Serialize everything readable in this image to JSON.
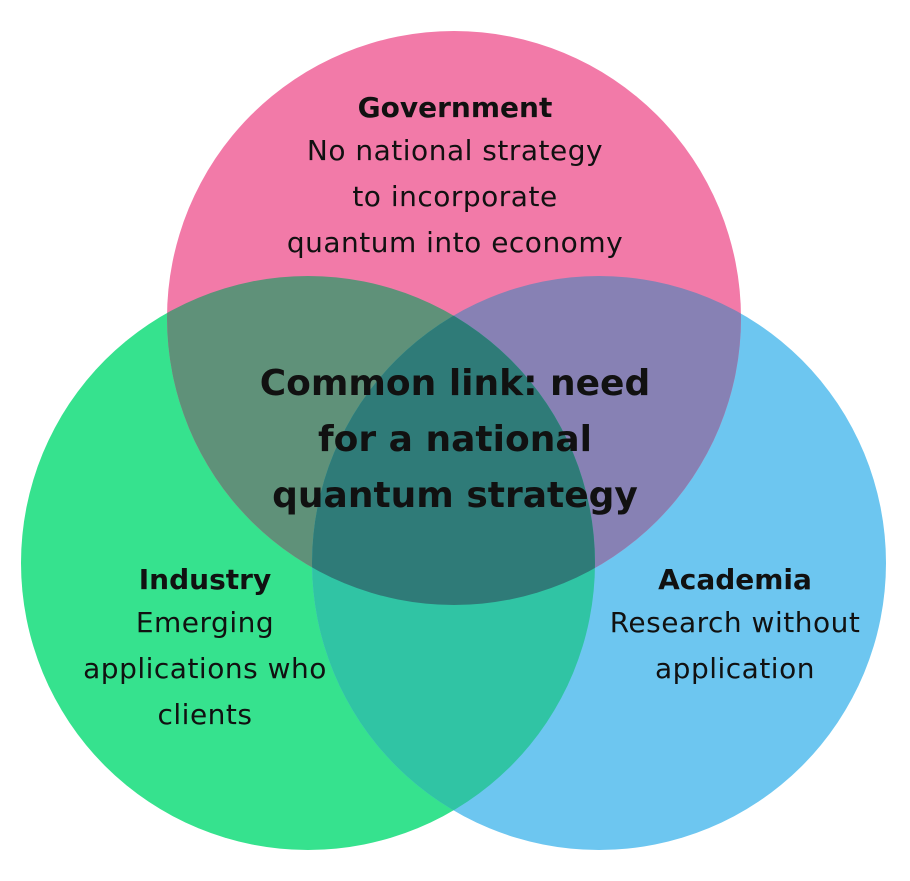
{
  "colors": {
    "government": "#f27aa8",
    "industry": "#36e28e",
    "academia": "#6dc6f0",
    "gov_ind_overlap": "#5f9179",
    "gov_aca_overlap": "#8781b4",
    "ind_aca_overlap": "#30c4a4",
    "triple_overlap": "#2f7b78"
  },
  "government": {
    "title": "Government",
    "lines": [
      "No national strategy",
      "to incorporate",
      "quantum into economy"
    ]
  },
  "industry": {
    "title": "Industry",
    "lines": [
      "Emerging",
      "applications who",
      "clients"
    ]
  },
  "academia": {
    "title": "Academia",
    "lines": [
      "Research without",
      "application"
    ]
  },
  "center": {
    "lines": [
      "Common link: need",
      "for a national",
      "quantum strategy"
    ]
  }
}
